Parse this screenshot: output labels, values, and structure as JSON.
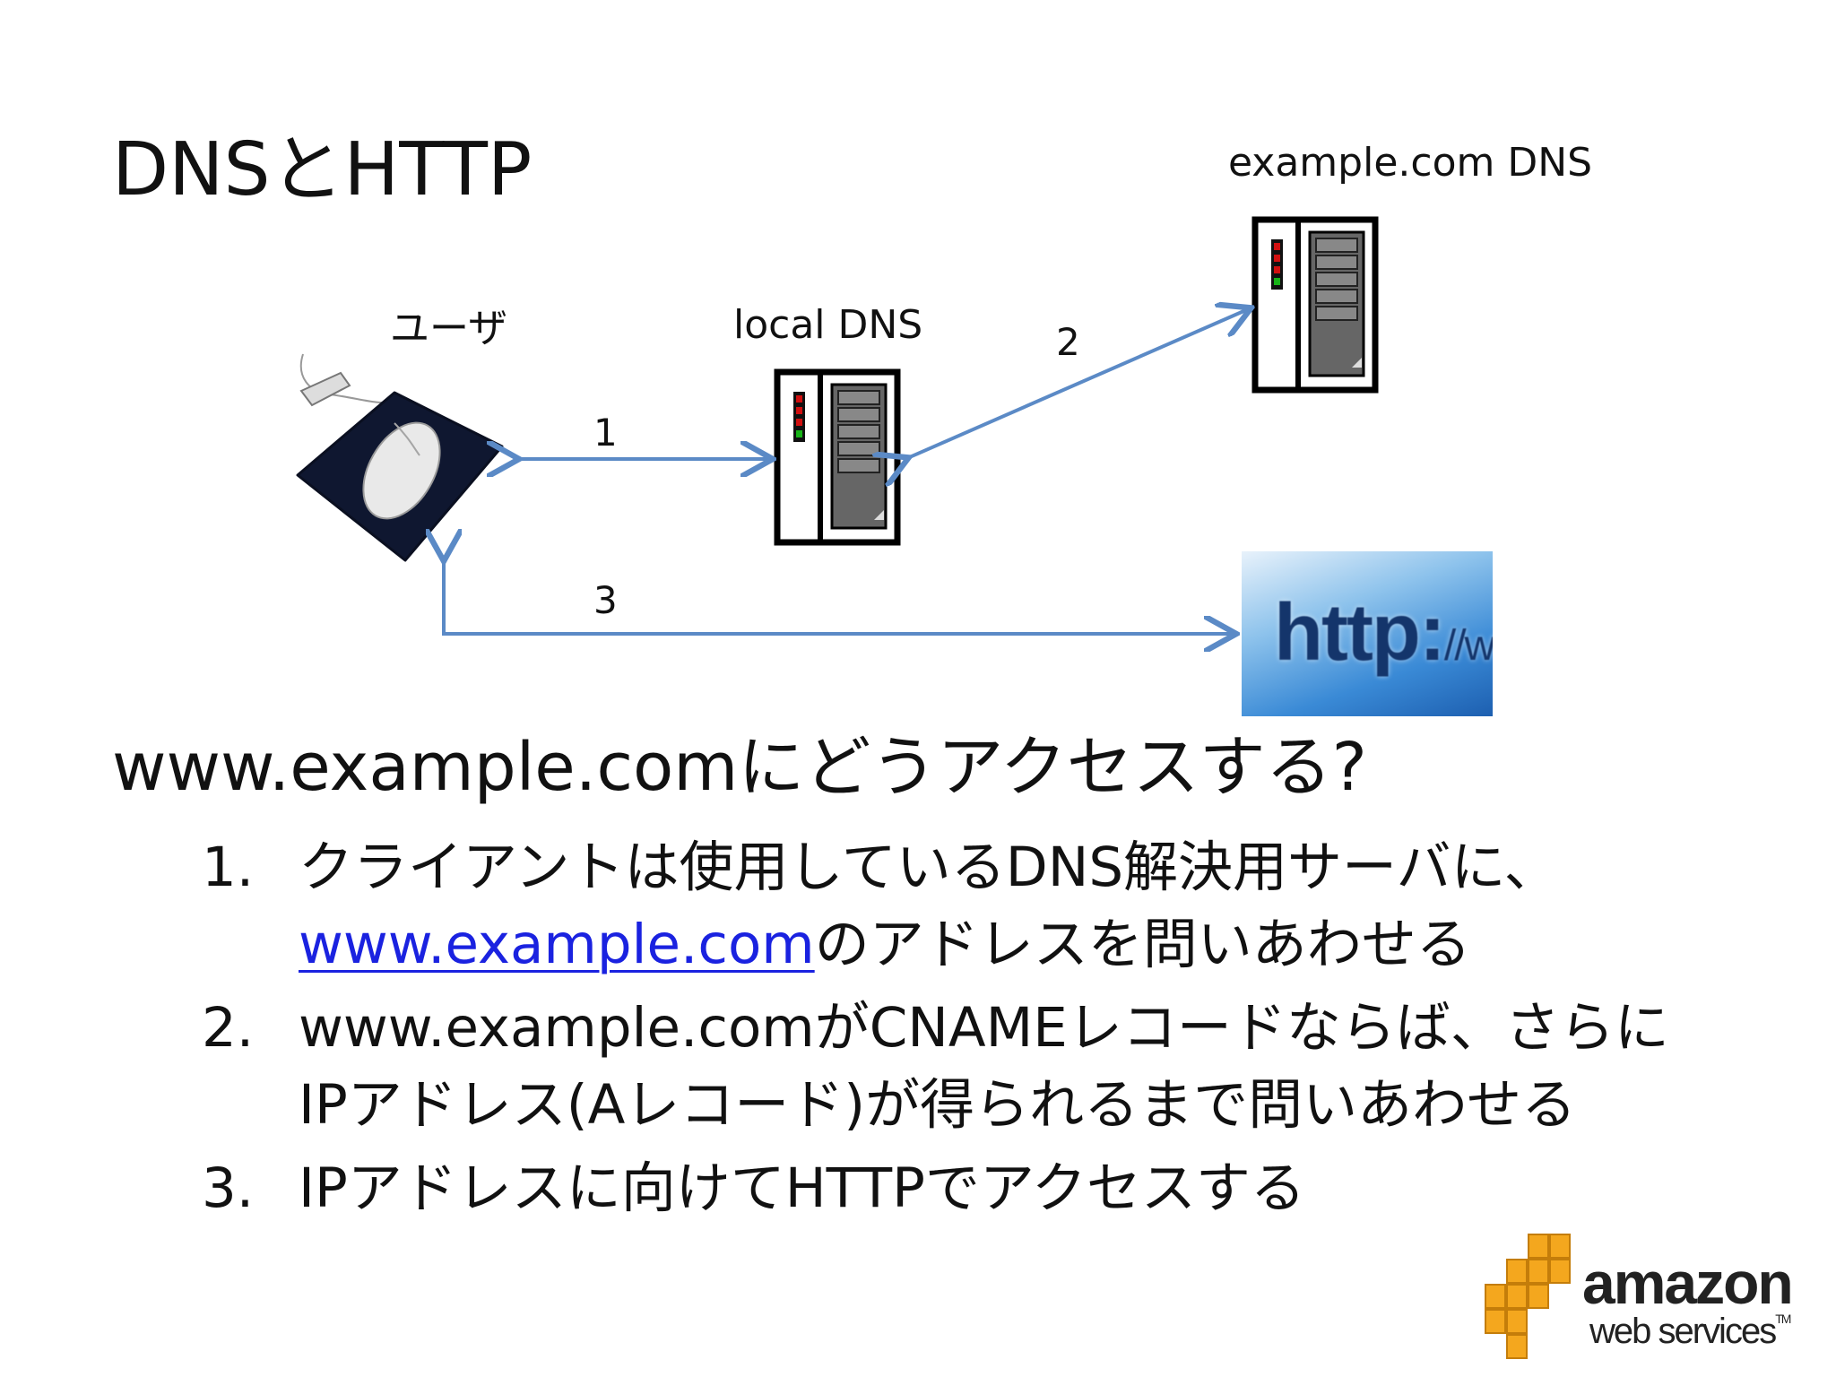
{
  "title": "DNSとHTTP",
  "diagram": {
    "nodes": {
      "user": "ユーザ",
      "local_dns": "local DNS",
      "remote_dns": "example.com DNS"
    },
    "arrows": {
      "a1": "1",
      "a2": "2",
      "a3": "3"
    },
    "http_image": {
      "main": "http:",
      "suffix": "//www"
    },
    "colors": {
      "arrow": "#5b8ac6",
      "server_red": "#d11010",
      "server_green": "#18b418",
      "mousepad": "#0f1730"
    }
  },
  "question": "www.example.comにどうアクセスする?",
  "steps": [
    {
      "number": "1.",
      "line1": "クライアントは使用しているDNS解決用サーバに、",
      "link": "www.example.com",
      "line2_rest": "のアドレスを問いあわせる"
    },
    {
      "number": "2.",
      "line1": "www.example.comがCNAMEレコードならば、さらに",
      "line2": "IPアドレス(Aレコード)が得られるまで問いあわせる"
    },
    {
      "number": "3.",
      "line1": "IPアドレスに向けてHTTPでアクセスする"
    }
  ],
  "logo": {
    "line1": "amazon",
    "line2": "web services",
    "tm": "TM",
    "color": "#f4a71e"
  }
}
